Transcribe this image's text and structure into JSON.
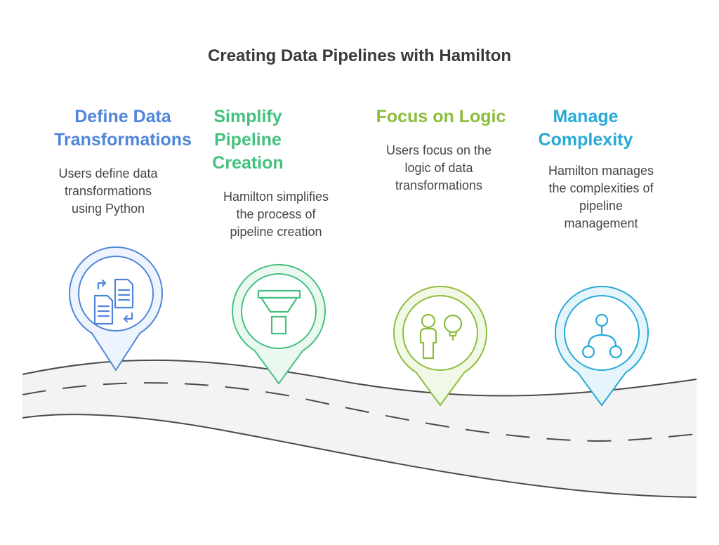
{
  "title": "Creating Data Pipelines with Hamilton",
  "colors": {
    "blue": "#4f86d9",
    "green": "#45c17f",
    "lime": "#8cbd3c",
    "cyan": "#28a9d8",
    "road": "#f3f3f3",
    "road_edge": "#4a4a4a",
    "title": "#3a3a3a"
  },
  "stages": [
    {
      "title_lines": [
        "Define Data",
        "Transformations"
      ],
      "desc_lines": [
        "Users define data",
        "transformations",
        "using Python"
      ],
      "icon": "documents-exchange-icon"
    },
    {
      "title_lines": [
        "Simplify",
        "Pipeline",
        "Creation"
      ],
      "desc_lines": [
        "Hamilton simplifies",
        "the process of",
        "pipeline creation"
      ],
      "icon": "funnel-icon"
    },
    {
      "title_lines": [
        "Focus on Logic"
      ],
      "desc_lines": [
        "Users focus on the",
        "logic of data",
        "transformations"
      ],
      "icon": "person-lightbulb-icon"
    },
    {
      "title_lines": [
        "Manage",
        "Complexity"
      ],
      "desc_lines": [
        "Hamilton manages",
        "the complexities of",
        "pipeline",
        "management"
      ],
      "icon": "hierarchy-icon"
    }
  ]
}
